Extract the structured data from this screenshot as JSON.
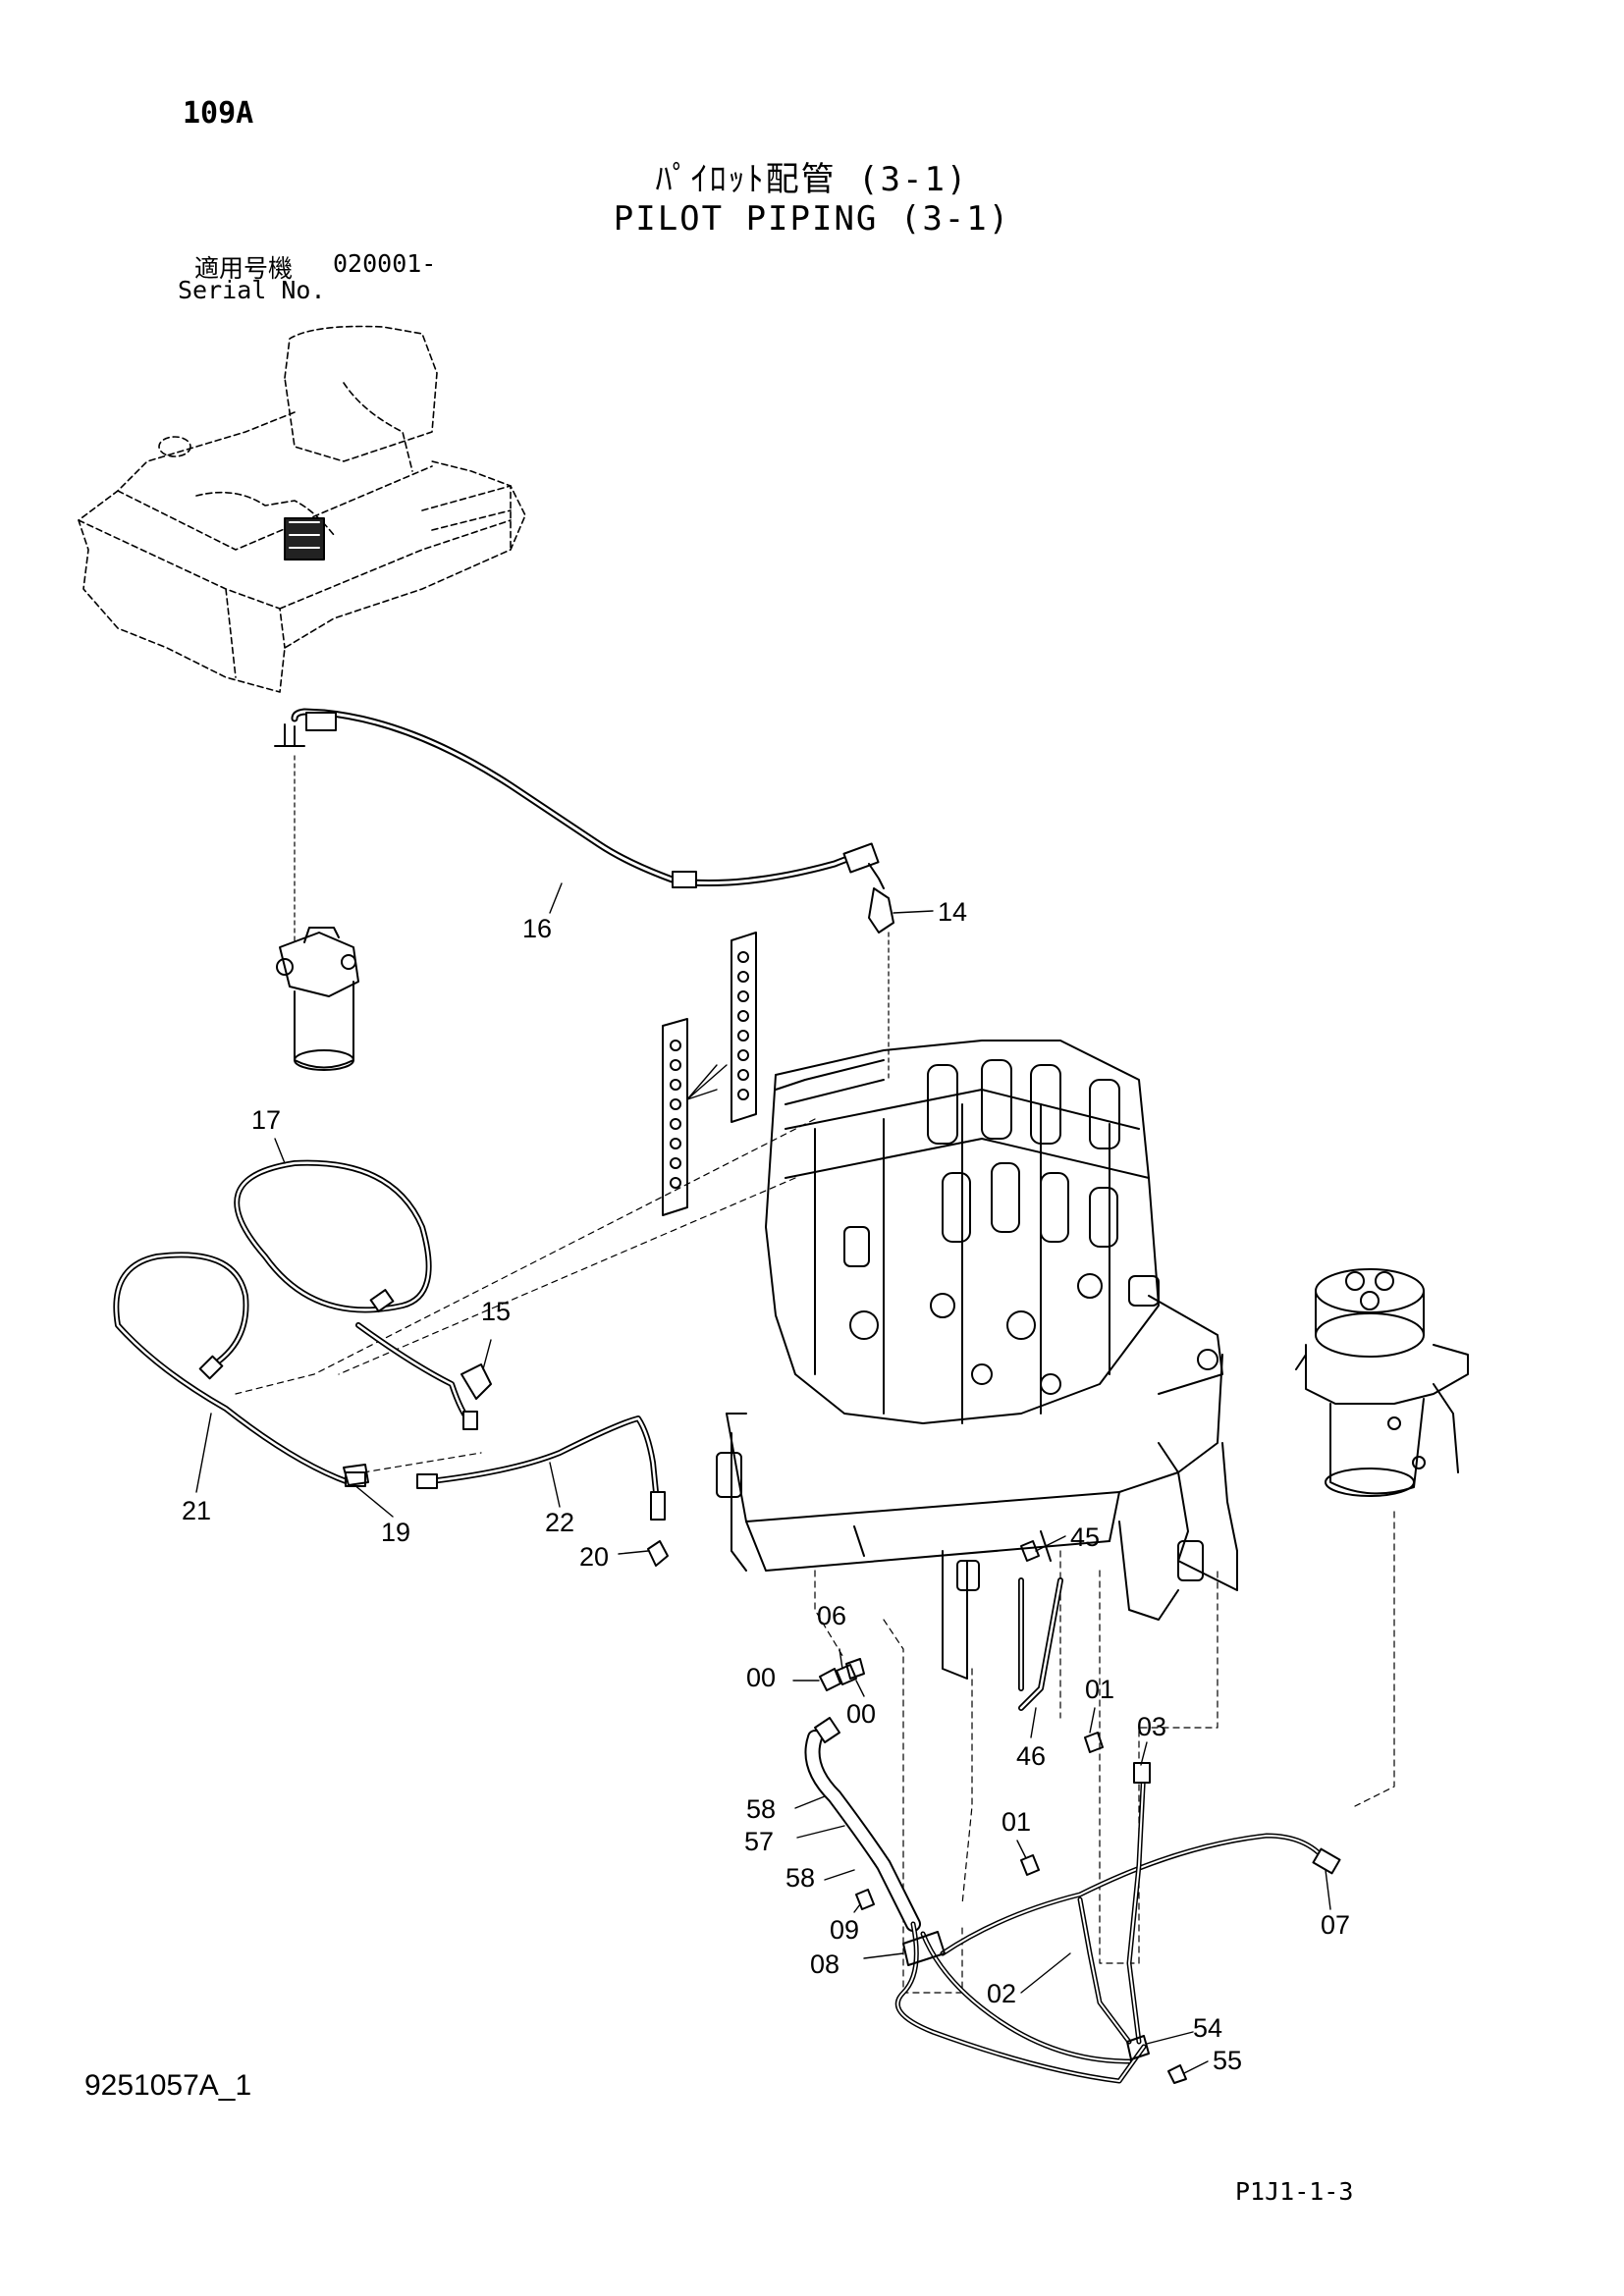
{
  "header": {
    "page_number": "109A",
    "title_jp": "ﾊﾟｲﾛｯﾄ配管 (3-1)",
    "title_en": "PILOT PIPING (3-1)",
    "serial_label_jp": "適用号機",
    "serial_value": "020001-",
    "serial_label_en": "Serial No."
  },
  "footer": {
    "document_id": "9251057A_1",
    "page_code": "P1J1-1-3"
  },
  "callouts": {
    "c16": "16",
    "c14": "14",
    "c17": "17",
    "c15": "15",
    "c21": "21",
    "c19": "19",
    "c22": "22",
    "c20": "20",
    "c45": "45",
    "c06": "06",
    "c00a": "00",
    "c00b": "00",
    "c46": "46",
    "c01a": "01",
    "c03": "03",
    "c58a": "58",
    "c57": "57",
    "c58b": "58",
    "c01b": "01",
    "c09": "09",
    "c08": "08",
    "c02": "02",
    "c07": "07",
    "c54": "54",
    "c55": "55"
  }
}
